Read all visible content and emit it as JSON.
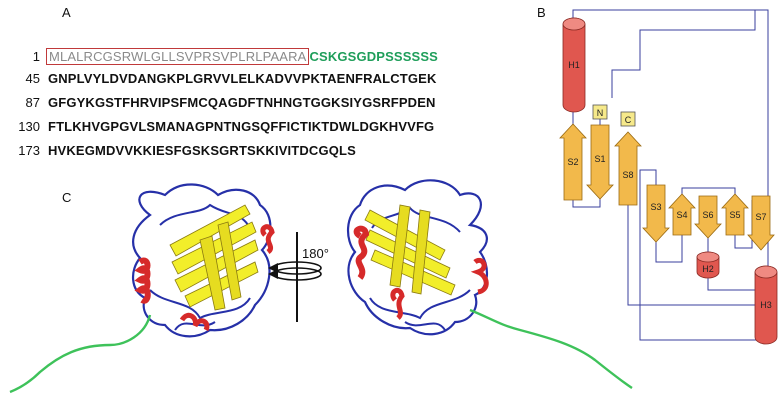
{
  "panels": {
    "a": "A",
    "b": "B",
    "c": "C"
  },
  "sequence": {
    "row1": {
      "num": "1",
      "signal": "MLALRCGSRWLGLLSVPRSVPLRLPAARA",
      "tag": "CSKGSGDPSSSSSS"
    },
    "row2": {
      "num": "45",
      "seq": "GNPLVYLDVDANGKPLGRVVLELKADVVPKTAENFRALCTGEK"
    },
    "row3": {
      "num": "87",
      "seq": "GFGYKGSTFHRVIPSFMCQAGDFTNHNGTGGKSIYGSRFPDEN"
    },
    "row4": {
      "num": "130",
      "seq": "FTLKHVGPGVLSMANAGPNTNGSQFFICTIKTDWLDGKHVVFG"
    },
    "row5": {
      "num": "173",
      "seq": "HVKEGMDVVKKIESFGSKSGRTSKKIVITDCGQLS"
    }
  },
  "rotation_label": "180°",
  "topology": {
    "helices": [
      "H1",
      "H2",
      "H3"
    ],
    "strands": [
      "S1",
      "S2",
      "S3",
      "S4",
      "S5",
      "S6",
      "S7",
      "S8"
    ],
    "termini": [
      "N",
      "C"
    ]
  },
  "colors": {
    "helix": "#e0574f",
    "strand": "#f2b94b",
    "terminus": "#f6e98a",
    "connector": "#3a3f9e",
    "signal_box": "#c0393a",
    "tag_green": "#1f9e5a",
    "ribbon_yellow": "#f2ee2a",
    "ribbon_red": "#d62a2a",
    "ribbon_blue": "#2630a8",
    "ribbon_green": "#3ec25a"
  }
}
